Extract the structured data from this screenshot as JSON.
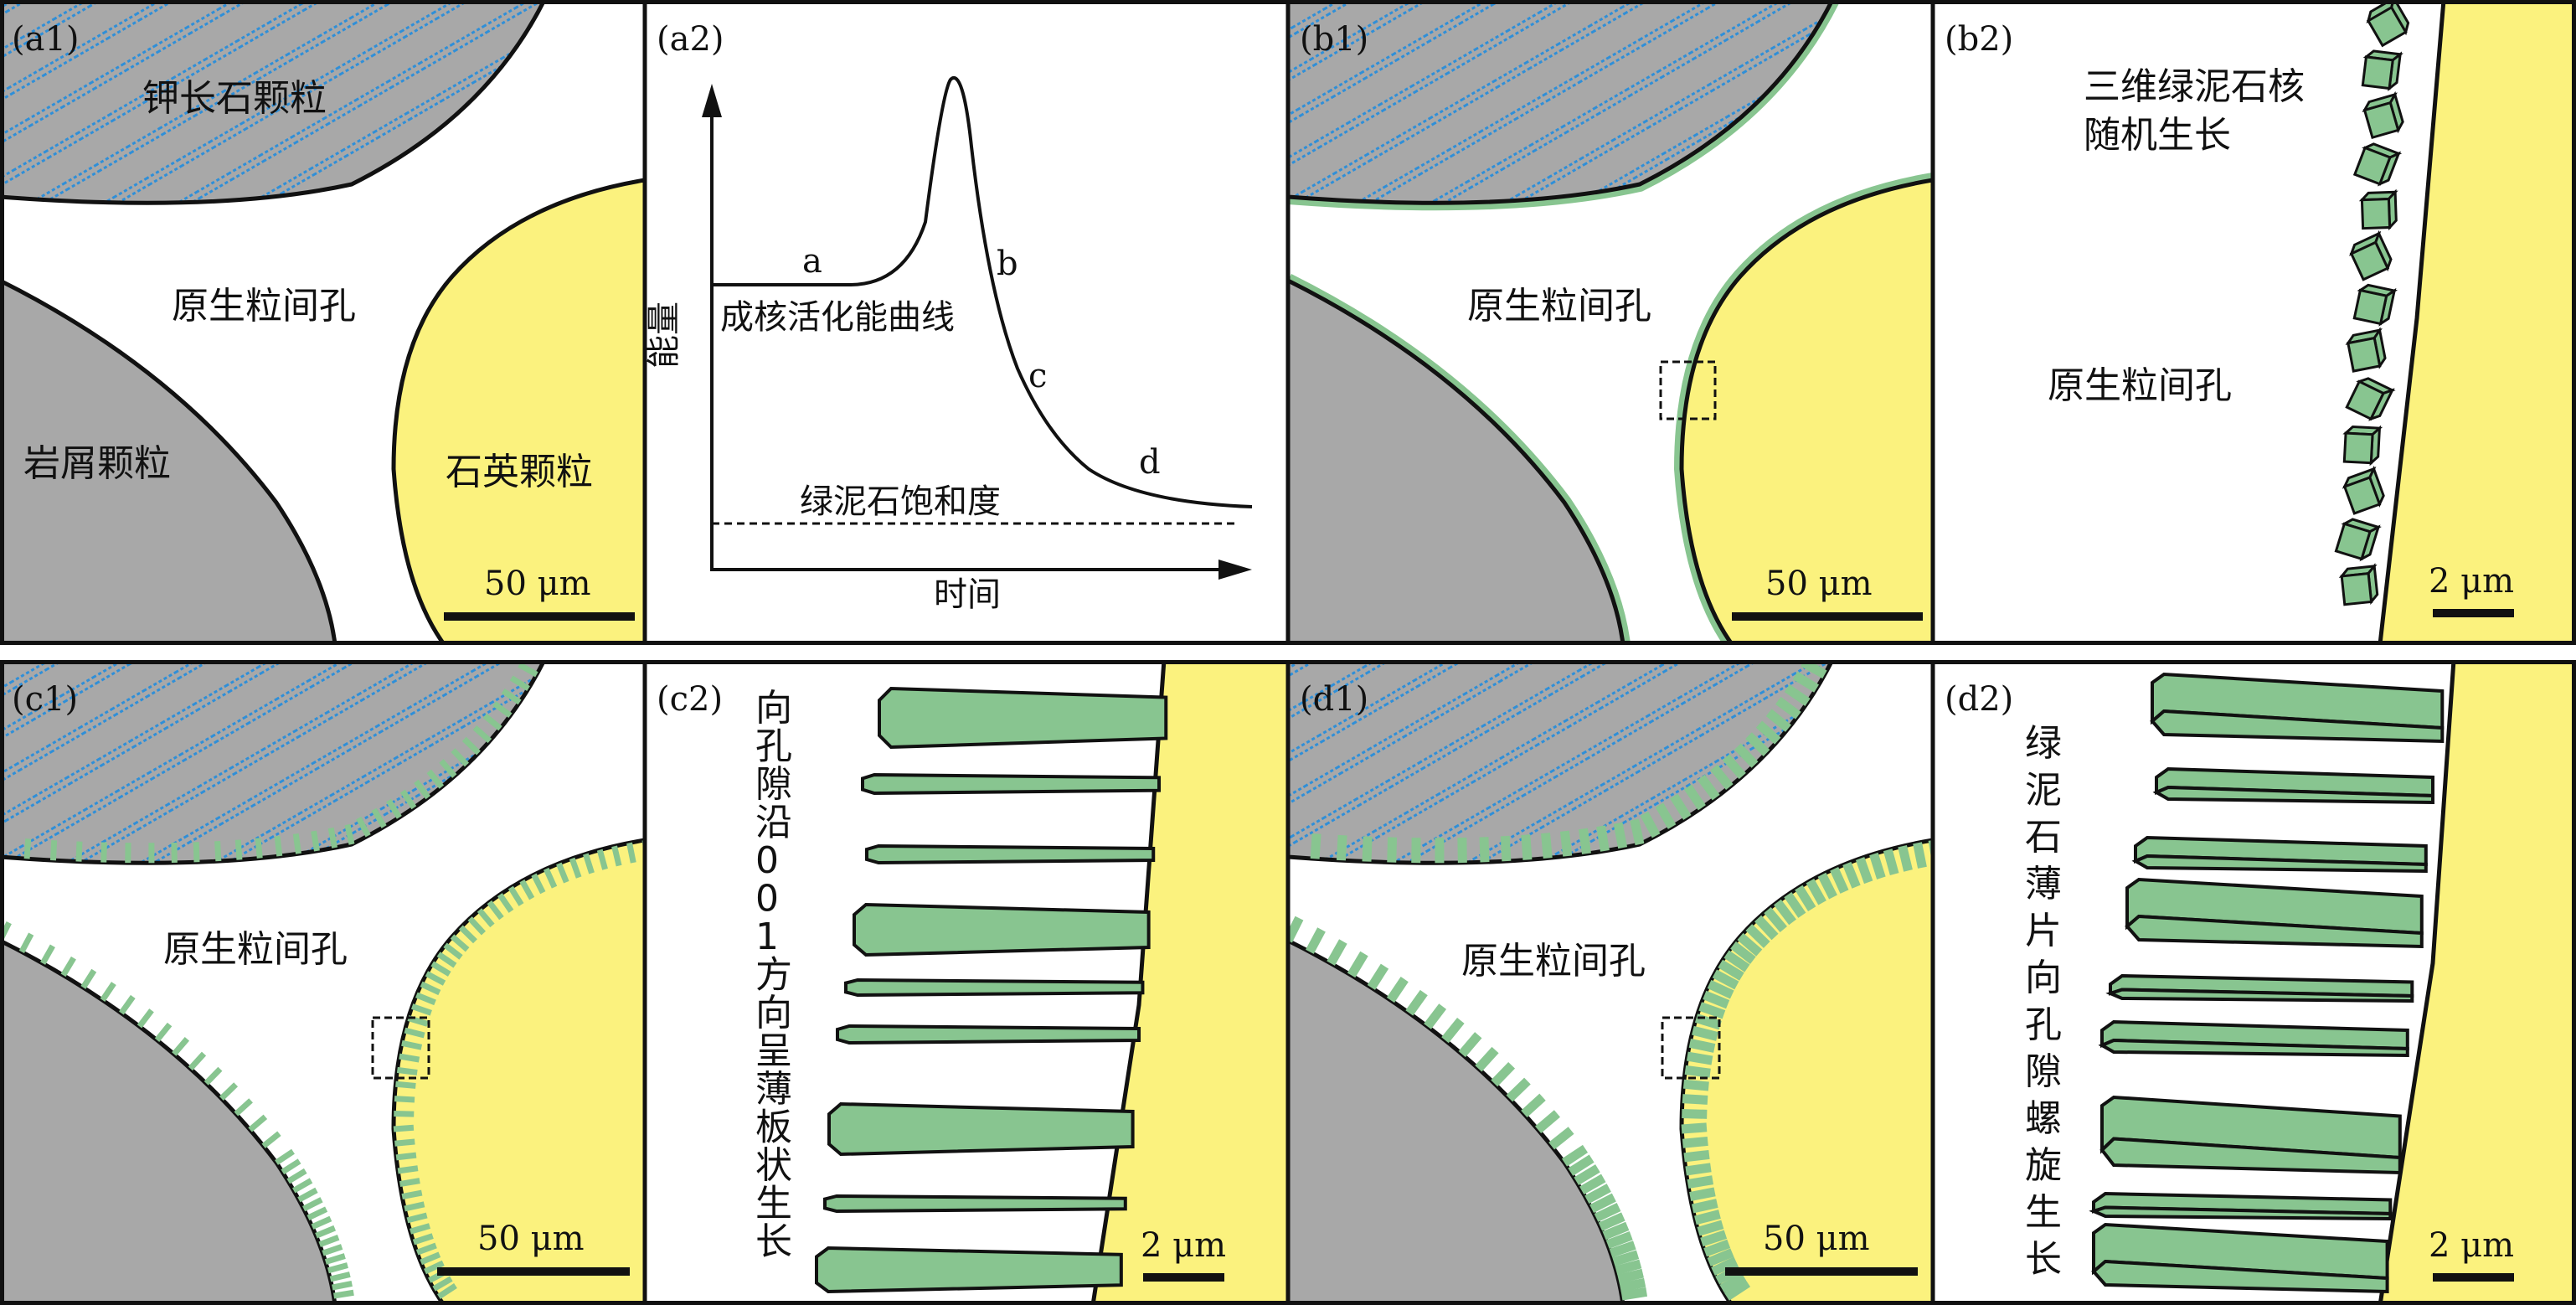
{
  "colors": {
    "rock_fragment": "#a8a8a8",
    "feldspar": "#a8a8a8",
    "feldspar_stripes": "#2f8fd8",
    "quartz": "#fbf27e",
    "chlorite": "#88c590",
    "outline": "#111111",
    "background": "#ffffff"
  },
  "panels": {
    "a1": {
      "tag": "(a1)",
      "feldspar_label": "钾长石颗粒",
      "pore_label": "原生粒间孔",
      "rock_label": "岩屑颗粒",
      "quartz_label": "石英颗粒",
      "scale_label": "50 μm"
    },
    "a2": {
      "tag": "(a2)",
      "y_axis_label": "能量",
      "x_axis_label": "时间",
      "curve_label": "成核活化能曲线",
      "saturation_label": "绿泥石饱和度",
      "stage_a": "a",
      "stage_b": "b",
      "stage_c": "c",
      "stage_d": "d"
    },
    "b1": {
      "tag": "(b1)",
      "pore_label": "原生粒间孔",
      "scale_label": "50 μm"
    },
    "b2": {
      "tag": "(b2)",
      "note_line1": "三维绿泥石核",
      "note_line2": "随机生长",
      "pore_label": "原生粒间孔",
      "scale_label": "2 μm"
    },
    "c1": {
      "tag": "(c1)",
      "pore_label": "原生粒间孔",
      "scale_label": "50 μm"
    },
    "c2": {
      "tag": "(c2)",
      "note_vertical": "向孔隙沿001方向呈薄板状生长",
      "scale_label": "2 μm"
    },
    "d1": {
      "tag": "(d1)",
      "pore_label": "原生粒间孔",
      "scale_label": "50 μm"
    },
    "d2": {
      "tag": "(d2)",
      "note_vertical": "绿泥石薄片向孔隙螺旋生长",
      "scale_label": "2 μm"
    }
  }
}
